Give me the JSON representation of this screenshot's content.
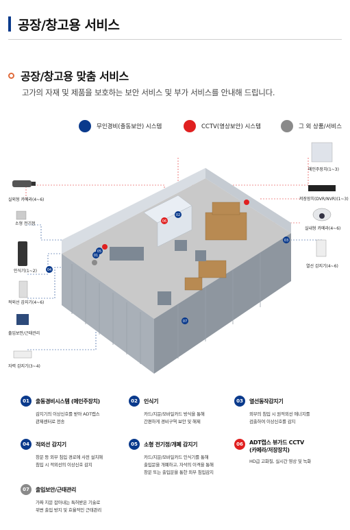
{
  "header": {
    "title": "공장/창고용 서비스"
  },
  "section": {
    "title": "공장/창고용 맞춤 서비스",
    "description": "고가의 자재 및 제품을 보호하는 보안 서비스 및 부가 서비스를 안내해 드립니다."
  },
  "colors": {
    "blue": "#0a3a8c",
    "red": "#e02020",
    "gray": "#8a8a8a",
    "accent_orange": "#e06a3a"
  },
  "legend": [
    {
      "label": "무인경비(출동보안) 시스템",
      "color": "#0a3a8c"
    },
    {
      "label": "CCTV(영상보안) 시스템",
      "color": "#e02020"
    },
    {
      "label": "그 외 상품/서비스",
      "color": "#8a8a8a"
    }
  ],
  "illustration": {
    "left_labels": [
      "실외형 카메라(4~6)",
      "소형 전기정",
      "인식기(1~2)",
      "적외선 감지기(4~6)",
      "출입보안/근태관리",
      "자력 감지기(3~4)"
    ],
    "right_labels": [
      "메인주장치(1~3)",
      "저장장치(DVR/NVR)(1~3)",
      "실내형 카메라(4~6)",
      "열선 감지기(4~6)"
    ],
    "markers": [
      "01",
      "02",
      "03",
      "04",
      "05",
      "06",
      "07"
    ]
  },
  "items": [
    {
      "num": "01",
      "color": "#0a3a8c",
      "title": "출동경비시스템 (메인주장치)",
      "desc": "감지기의 이상신호를 받아 ADT캡스\n관제센터로 전송"
    },
    {
      "num": "02",
      "color": "#0a3a8c",
      "title": "인식기",
      "desc": "카드/지문/모바일카드 방식을 통해\n간편하게 경비구역 보안 및 해제"
    },
    {
      "num": "03",
      "color": "#0a3a8c",
      "title": "열선동작감지기",
      "desc": "외부의 침입 시 원적외선 에너지를\n검출하여 이상신호를 감지"
    },
    {
      "num": "04",
      "color": "#0a3a8c",
      "title": "적외선 감지기",
      "desc": "창문 등 외부 침입 경로에 사전 설치해\n침입 시 적외선의 이상신호 감지"
    },
    {
      "num": "05",
      "color": "#0a3a8c",
      "title": "소형 전기정/개폐 감지기",
      "desc": "카드/지문/모바일카드 인식기를 통해\n출입문을 개폐하고, 자석의 이격을 통해\n창문 또는 출입문을 통한 외부 침입감지"
    },
    {
      "num": "06",
      "color": "#e02020",
      "title": "ADT캡스 뷰가드 CCTV\n(카메라/저장장치)",
      "desc": "HD급 고화질, 실시간 영상 및 녹화"
    },
    {
      "num": "07",
      "color": "#8a8a8a",
      "title": "출입보안/근태관리",
      "desc": "가짜 지문 잡아내는 특허받은 기술로\n위변 출입 방지 및 효율적인 근태관리"
    }
  ]
}
